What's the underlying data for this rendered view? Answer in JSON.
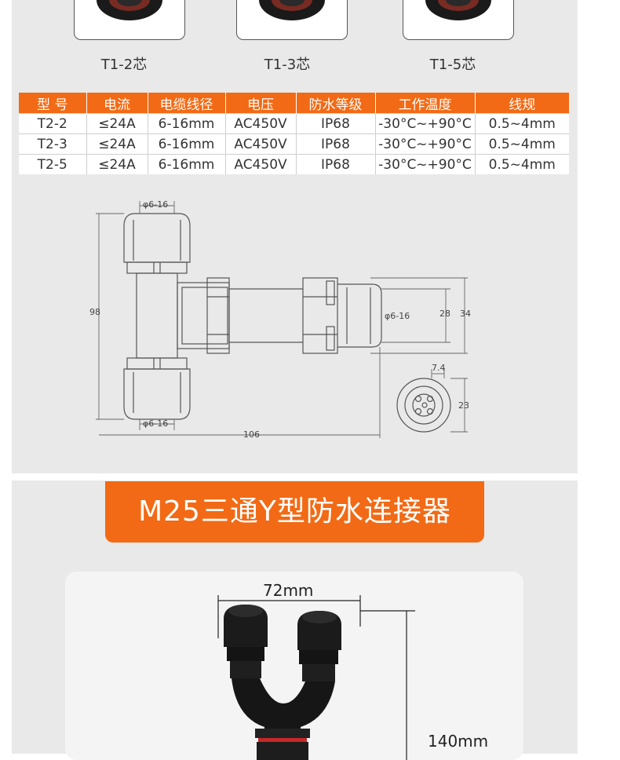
{
  "products": [
    {
      "label": "T1-2芯"
    },
    {
      "label": "T1-3芯"
    },
    {
      "label": "T1-5芯"
    }
  ],
  "spec_table": {
    "headers": [
      "型  号",
      "电流",
      "电缆线径",
      "电压",
      "防水等级",
      "工作温度",
      "线规"
    ],
    "rows": [
      [
        "T2-2",
        "≤24A",
        "6-16mm",
        "AC450V",
        "IP68",
        "-30°C~+90°C",
        "0.5~4mm"
      ],
      [
        "T2-3",
        "≤24A",
        "6-16mm",
        "AC450V",
        "IP68",
        "-30°C~+90°C",
        "0.5~4mm"
      ],
      [
        "T2-5",
        "≤24A",
        "6-16mm",
        "AC450V",
        "IP68",
        "-30°C~+90°C",
        "0.5~4mm"
      ]
    ]
  },
  "drawing": {
    "dim_top_cable": "φ6-16",
    "dim_bottom_cable": "φ6-16",
    "dim_side_cable": "φ6-16",
    "dim_height": "98",
    "dim_length": "106",
    "dim_inner": "28",
    "dim_outer": "34",
    "dim_pin": "7.4",
    "dim_face": "23"
  },
  "section2": {
    "title": "M25三通Y型防水连接器",
    "width_label": "72mm",
    "height_label": "140mm"
  },
  "colors": {
    "accent": "#f26a15",
    "panel_bg": "#e9e9e9",
    "line": "#555555"
  }
}
